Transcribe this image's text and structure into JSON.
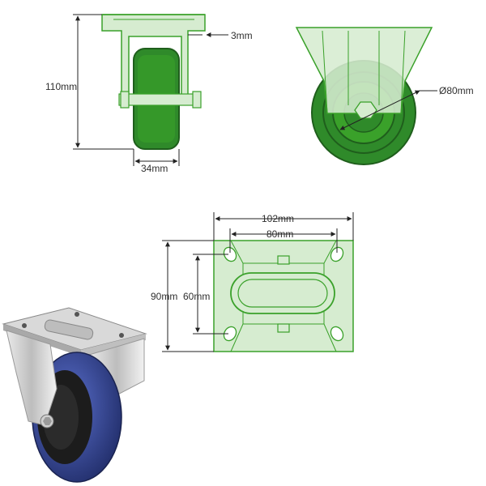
{
  "dimensions": {
    "front_height": "110mm",
    "front_width": "34mm",
    "plate_thickness": "3mm",
    "wheel_diameter": "Ø80mm",
    "plate_width": "102mm",
    "hole_spacing_x": "80mm",
    "plate_height": "90mm",
    "hole_spacing_y": "60mm"
  },
  "colors": {
    "green_line": "#3aa12a",
    "green_fill": "#d6ecd0",
    "wheel_green": "#2f8a2a",
    "wheel_dark": "#1f5e1c",
    "dimension_line": "#222222",
    "caster_blue": "#2d3f8f",
    "caster_metal": "#c8c8c8"
  }
}
